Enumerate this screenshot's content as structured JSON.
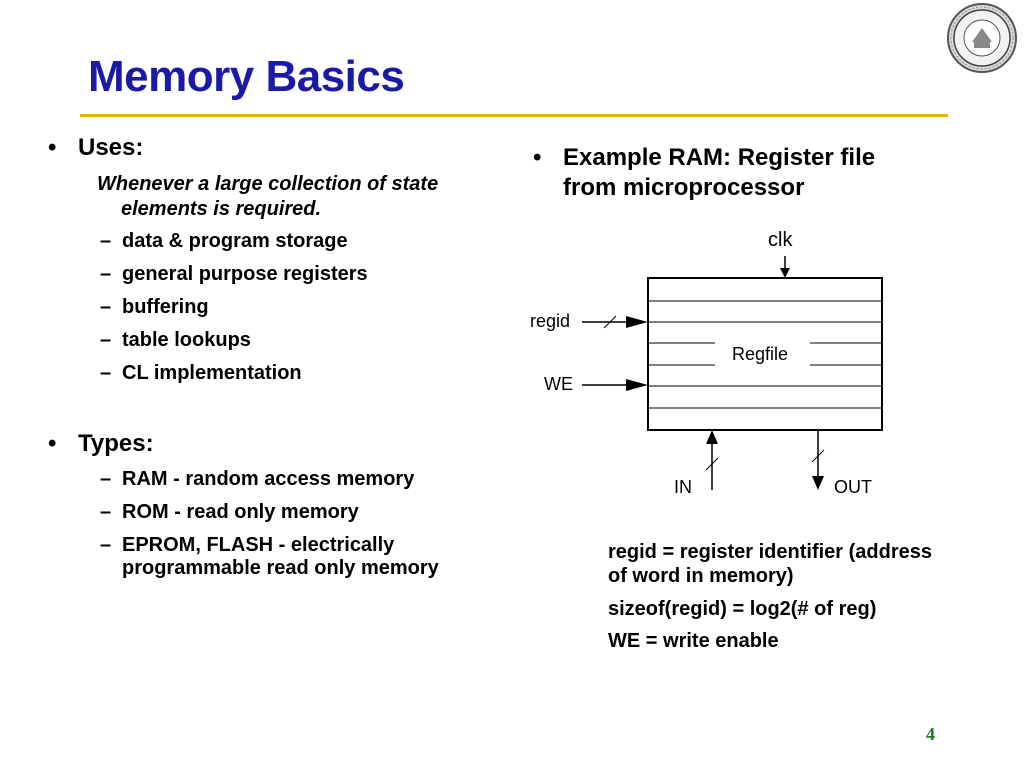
{
  "title": "Memory Basics",
  "left": {
    "uses_heading": "Uses:",
    "uses_note_line1": "Whenever a large collection of state",
    "uses_note_line2": "elements is required.",
    "uses_items": [
      "data & program storage",
      "general purpose registers",
      "buffering",
      "table lookups",
      "CL implementation"
    ],
    "types_heading": "Types:",
    "types_items": [
      "RAM - random access memory",
      "ROM - read only memory",
      "EPROM, FLASH - electrically",
      "programmable read only memory"
    ]
  },
  "right": {
    "example_line1": "Example RAM: Register file",
    "example_line2": "from microprocessor",
    "diagram": {
      "clk": "clk",
      "regid": "regid",
      "we": "WE",
      "regfile": "Regfile",
      "in": "IN",
      "out": "OUT"
    },
    "captions": [
      "regid = register identifier (address",
      "of word in memory)",
      "sizeof(regid) = log2(# of reg)",
      "WE = write enable"
    ]
  },
  "bullet_glyph": "•",
  "dash_glyph": "–",
  "slide_number": "4",
  "colors": {
    "title": "#1a1aa6",
    "rule": "#e8b400",
    "slide_number": "#1f7a1f"
  },
  "icons": {
    "seal": "university-seal-icon"
  }
}
